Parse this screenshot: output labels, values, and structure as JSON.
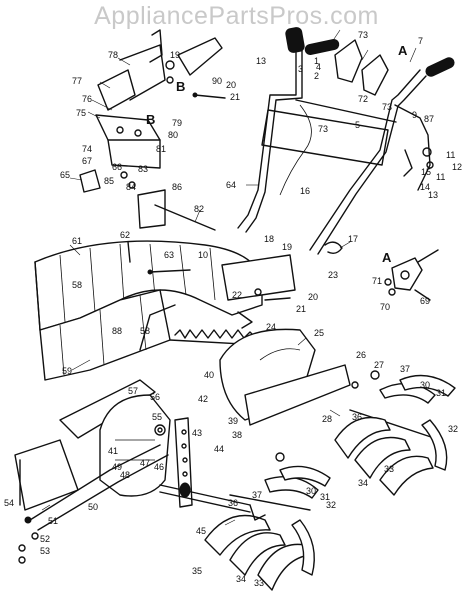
{
  "watermark": "AppliancePartsPros.com",
  "callouts": {
    "detail_letters": [
      "A",
      "B",
      "A",
      "B"
    ],
    "part_numbers": [
      "1",
      "2",
      "3",
      "4",
      "5",
      "7",
      "9",
      "10",
      "11",
      "12",
      "13",
      "14",
      "15",
      "16",
      "17",
      "18",
      "19",
      "20",
      "21",
      "22",
      "23",
      "24",
      "25",
      "26",
      "27",
      "28",
      "30",
      "31",
      "32",
      "33",
      "34",
      "35",
      "36",
      "37",
      "38",
      "39",
      "40",
      "41",
      "42",
      "43",
      "44",
      "45",
      "46",
      "47",
      "48",
      "49",
      "50",
      "51",
      "52",
      "53",
      "54",
      "55",
      "56",
      "57",
      "58",
      "59",
      "61",
      "62",
      "63",
      "64",
      "65",
      "66",
      "67",
      "69",
      "70",
      "71",
      "72",
      "73",
      "74",
      "75",
      "76",
      "77",
      "78",
      "79",
      "80",
      "81",
      "82",
      "83",
      "84",
      "85",
      "86",
      "87",
      "88",
      "90"
    ]
  }
}
